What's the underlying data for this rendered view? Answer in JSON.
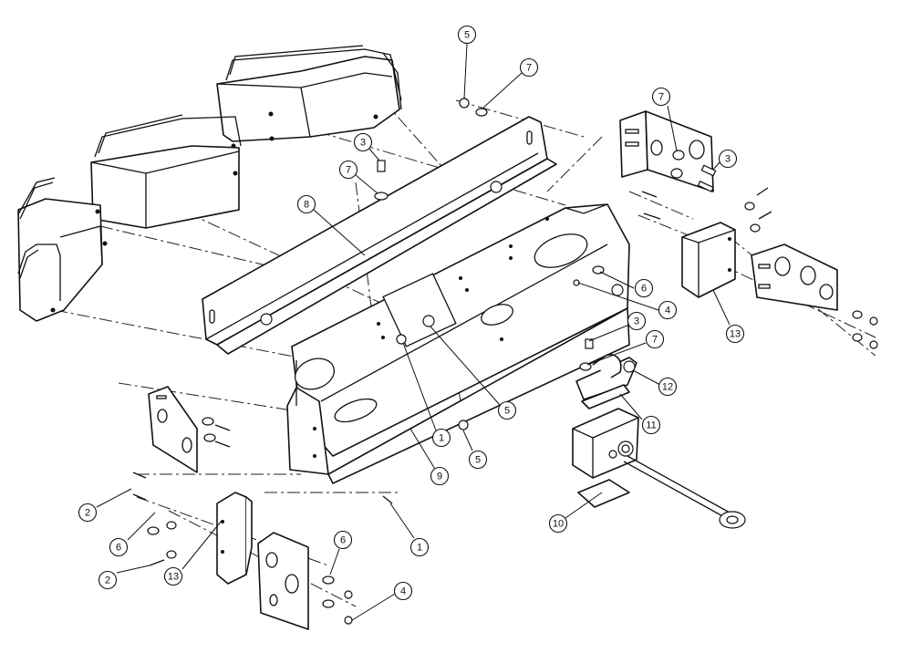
{
  "callouts": [
    {
      "label": "5"
    },
    {
      "label": "7"
    },
    {
      "label": "3"
    },
    {
      "label": "7"
    },
    {
      "label": "8"
    },
    {
      "label": "7"
    },
    {
      "label": "3"
    },
    {
      "label": "6"
    },
    {
      "label": "4"
    },
    {
      "label": "13"
    },
    {
      "label": "3"
    },
    {
      "label": "7"
    },
    {
      "label": "12"
    },
    {
      "label": "5"
    },
    {
      "label": "1"
    },
    {
      "label": "11"
    },
    {
      "label": "5"
    },
    {
      "label": "9"
    },
    {
      "label": "10"
    },
    {
      "label": "2"
    },
    {
      "label": "6"
    },
    {
      "label": "2"
    },
    {
      "label": "13"
    },
    {
      "label": "6"
    },
    {
      "label": "4"
    },
    {
      "label": "1"
    }
  ]
}
